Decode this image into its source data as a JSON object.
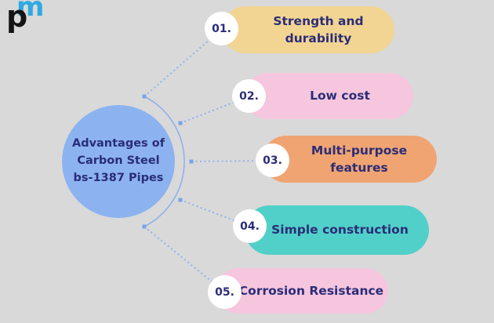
{
  "title": "Advantages of Carbon Steel bs-1387 Pipes infographic",
  "logo": {
    "letter_p": "p",
    "letter_m": "m",
    "p_color": "#141414",
    "m_color": "#2fa9e1"
  },
  "hub": {
    "label": "Advantages of\nCarbon Steel\nbs-1387 Pipes",
    "fill": "#8cb3f0",
    "text_color": "#2b2d78"
  },
  "colors": {
    "background": "#d9d9d9",
    "connector": "#8fb2ec",
    "node": "#79a4ea",
    "text_dark_navy": "#2b2d78",
    "number_circle_bg": "#ffffff"
  },
  "items": [
    {
      "number": "01.",
      "label": "Strength and\ndurability",
      "color": "#f2d592"
    },
    {
      "number": "02.",
      "label": "Low cost",
      "color": "#f5c6de"
    },
    {
      "number": "03.",
      "label": "Multi-purpose\nfeatures",
      "color": "#f0a471"
    },
    {
      "number": "04.",
      "label": "Simple construction",
      "color": "#50d0c8"
    },
    {
      "number": "05.",
      "label": "Corrosion Resistance",
      "color": "#f5c6de"
    }
  ]
}
